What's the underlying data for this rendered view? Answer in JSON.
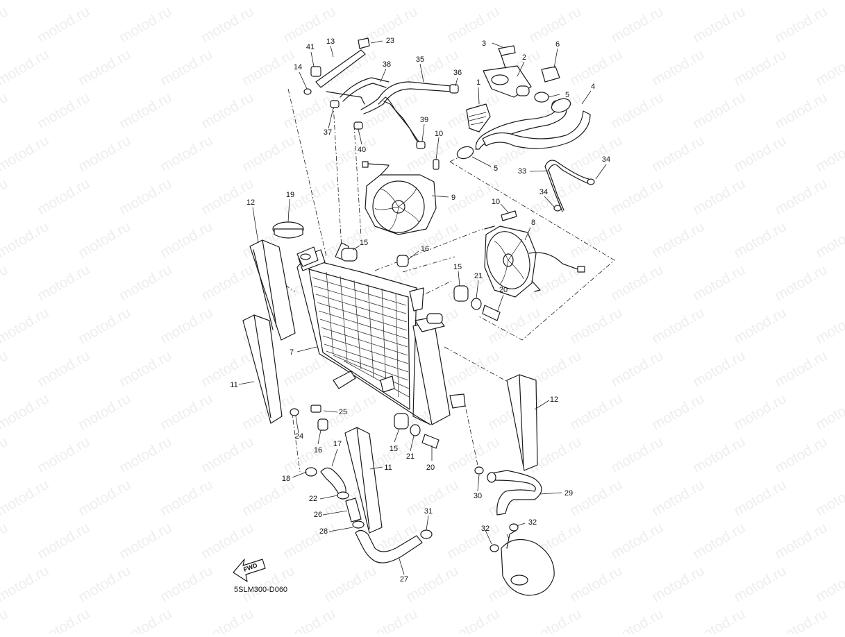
{
  "watermark": {
    "text": "motod.ru"
  },
  "diagram": {
    "code": "5SLM300-D060",
    "fwd_label": "FWD",
    "callouts": [
      {
        "id": "c1",
        "text": "1"
      },
      {
        "id": "c2",
        "text": "2"
      },
      {
        "id": "c3",
        "text": "3"
      },
      {
        "id": "c4",
        "text": "4"
      },
      {
        "id": "c5a",
        "text": "5"
      },
      {
        "id": "c5b",
        "text": "5"
      },
      {
        "id": "c6",
        "text": "6"
      },
      {
        "id": "c7",
        "text": "7"
      },
      {
        "id": "c8",
        "text": "8"
      },
      {
        "id": "c9",
        "text": "9"
      },
      {
        "id": "c10a",
        "text": "10"
      },
      {
        "id": "c10b",
        "text": "10"
      },
      {
        "id": "c11a",
        "text": "11"
      },
      {
        "id": "c11b",
        "text": "11"
      },
      {
        "id": "c12a",
        "text": "12"
      },
      {
        "id": "c12b",
        "text": "12"
      },
      {
        "id": "c13",
        "text": "13"
      },
      {
        "id": "c14",
        "text": "14"
      },
      {
        "id": "c15a",
        "text": "15"
      },
      {
        "id": "c15b",
        "text": "15"
      },
      {
        "id": "c15c",
        "text": "15"
      },
      {
        "id": "c16a",
        "text": "16"
      },
      {
        "id": "c16b",
        "text": "16"
      },
      {
        "id": "c17",
        "text": "17"
      },
      {
        "id": "c18",
        "text": "18"
      },
      {
        "id": "c19",
        "text": "19"
      },
      {
        "id": "c20a",
        "text": "20"
      },
      {
        "id": "c20b",
        "text": "20"
      },
      {
        "id": "c21a",
        "text": "21"
      },
      {
        "id": "c21b",
        "text": "21"
      },
      {
        "id": "c22",
        "text": "22"
      },
      {
        "id": "c23",
        "text": "23"
      },
      {
        "id": "c24",
        "text": "24"
      },
      {
        "id": "c25",
        "text": "25"
      },
      {
        "id": "c26",
        "text": "26"
      },
      {
        "id": "c27",
        "text": "27"
      },
      {
        "id": "c28",
        "text": "28"
      },
      {
        "id": "c29",
        "text": "29"
      },
      {
        "id": "c30",
        "text": "30"
      },
      {
        "id": "c31",
        "text": "31"
      },
      {
        "id": "c32a",
        "text": "32"
      },
      {
        "id": "c32b",
        "text": "32"
      },
      {
        "id": "c33",
        "text": "33"
      },
      {
        "id": "c34a",
        "text": "34"
      },
      {
        "id": "c34b",
        "text": "34"
      },
      {
        "id": "c35",
        "text": "35"
      },
      {
        "id": "c36",
        "text": "36"
      },
      {
        "id": "c37",
        "text": "37"
      },
      {
        "id": "c38",
        "text": "38"
      },
      {
        "id": "c39",
        "text": "39"
      },
      {
        "id": "c40",
        "text": "40"
      },
      {
        "id": "c41",
        "text": "41"
      }
    ]
  }
}
